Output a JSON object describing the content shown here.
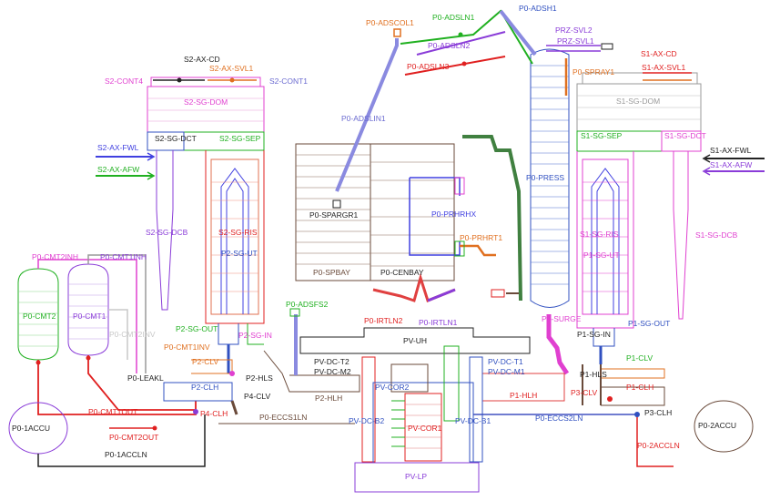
{
  "colors": {
    "black": "#222222",
    "gray": "#9a9a9a",
    "lightgray": "#c8c8c8",
    "magenta": "#e040d0",
    "purple": "#8a3cd8",
    "blue": "#4040e0",
    "navy": "#3050c0",
    "green": "#20b020",
    "orange": "#e07020",
    "red": "#e02020",
    "darkgreen": "#408040",
    "brown": "#6a4a3a"
  },
  "labels": {
    "p0_adscol1": "P0-ADSCOL1",
    "p0_adsln1_top": "P0-ADSLN1",
    "p0_adsh1": "P0-ADSH1",
    "p0_adsln2": "P0-ADSLN2",
    "p0_adsln3": "P0-ADSLN3",
    "p0_adslin1": "P0-ADSLIN1",
    "prz_svl2": "PRZ-SVL2",
    "prz_svl1": "PRZ-SVL1",
    "p0_spray1": "P0-SPRAY1",
    "s1_ax_cd": "S1-AX-CD",
    "s1_ax_svl1": "S1-AX-SVL1",
    "s1_sg_dom": "S1-SG-DOM",
    "s1_sg_sep": "S1-SG-SEP",
    "s1_sg_dct": "S1-SG-DCT",
    "s1_ax_fwl": "S1-AX-FWL",
    "s1_ax_afw": "S1-AX-AFW",
    "s1_sg_ris": "S1-SG-RIS",
    "p1_sg_ut": "P1-SG-UT",
    "s1_sg_dcb": "S1-SG-DCB",
    "p0_press": "P0-PRESS",
    "p0_surge": "P0-SURGE",
    "p1_sg_in": "P1-SG-IN",
    "p1_sg_out": "P1-SG-OUT",
    "p1_clv": "P1-CLV",
    "p1_hls": "P1-HLS",
    "p1_clh": "P1-CLH",
    "p1_hlh": "P1-HLH",
    "p3_clv": "P3-CLV",
    "p3_clh": "P3-CLH",
    "p0_2accu": "P0-2ACCU",
    "p0_2accln": "P0-2ACCLN",
    "p0_ecc2ln": "P0-ECCS2LN",
    "s2_ax_cd": "S2-AX-CD",
    "s2_ax_svl1": "S2-AX-SVL1",
    "s2_cont4": "S2-CONT4",
    "s2_cont1": "S2-CONT1",
    "s2_sg_dom": "S2-SG-DOM",
    "s2_sg_dct": "S2-SG-DCT",
    "s2_sg_sep": "S2-SG-SEP",
    "s2_ax_fwl": "S2-AX-FWL",
    "s2_ax_afw": "S2-AX-AFW",
    "s2_sg_dcb": "S2-SG-DCB",
    "s2_sg_ris": "S2-SG-RIS",
    "p2_sg_ut": "P2-SG-UT",
    "p2_sg_out": "P2-SG-OUT",
    "p2_sg_in": "P2-SG-IN",
    "p2_clv": "P2-CLV",
    "p2_hls": "P2-HLS",
    "p2_clh": "P2-CLH",
    "p4_clv": "P4-CLV",
    "p2_hlh": "P2-HLH",
    "p4_clh": "P4-CLH",
    "p0_cmt2inh": "P0-CMT2INH",
    "p0_cmt1inh": "P0-CMT1INH",
    "p0_cmt2": "P0-CMT2",
    "p0_cmt1": "P0-CMT1",
    "p0_cmt2inv": "P0-CMT2INV",
    "p0_cmt1inv": "P0-CMT1INV",
    "p0_leakl": "P0-LEAKL",
    "p0_cmt1out": "P0-CMT1OUT",
    "p0_cmt2out": "P0-CMT2OUT",
    "p0_1accu": "P0-1ACCU",
    "p0_1accln": "P0-1ACCLN",
    "p0_ecc1ln": "P0-ECCS1LN",
    "p0_spargr1": "P0-SPARGR1",
    "p0_spbay": "P0-SPBAY",
    "p0_cenbay": "P0-CENBAY",
    "p0_prhrhx": "P0-PRHRHX",
    "p0_prhrt1": "P0-PRHRT1",
    "p0_adsfs2": "P0-ADSFS2",
    "p0_irtln2": "P0-IRTLN2",
    "p0_irtln1": "P0-IRTLN1",
    "pv_uh": "PV-UH",
    "pv_dc_t2": "PV-DC-T2",
    "pv_dc_m2": "PV-DC-M2",
    "pv_dc_t1": "PV-DC-T1",
    "pv_dc_m1": "PV-DC-M1",
    "pv_cor2": "PV-COR2",
    "pv_cor1": "PV-COR1",
    "pv_dc_b2": "PV-DC-B2",
    "pv_dc_b1": "PV-DC-B1",
    "pv_lp": "PV-LP"
  }
}
